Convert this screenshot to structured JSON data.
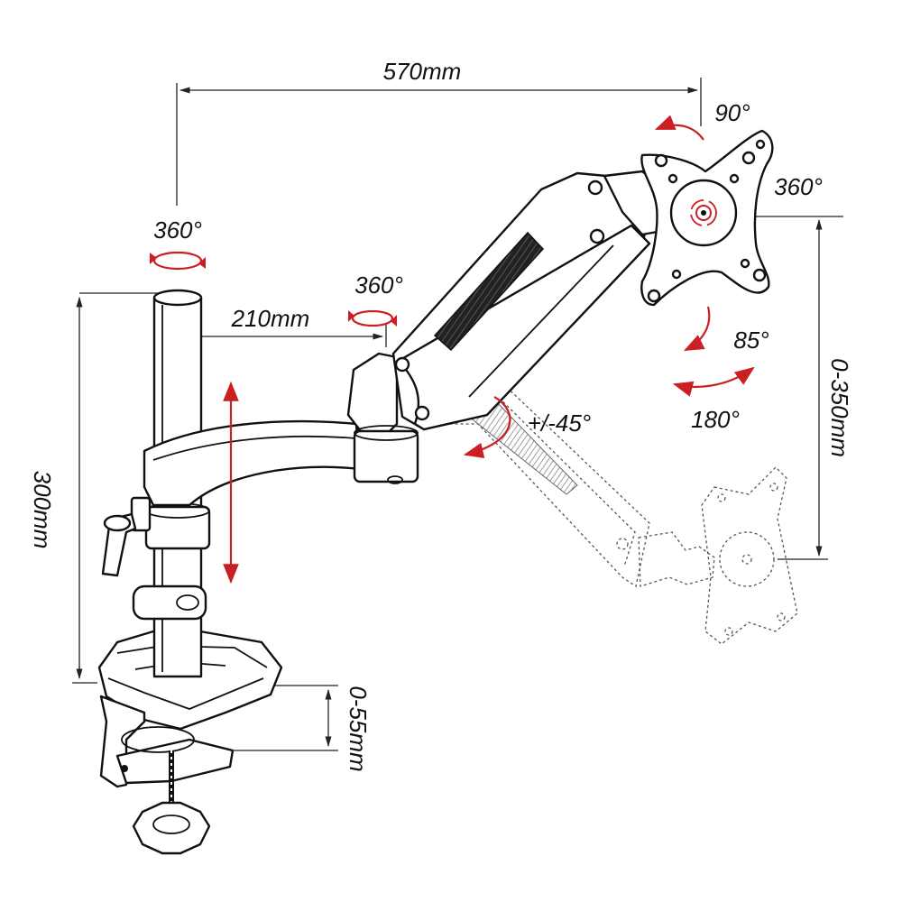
{
  "labels": {
    "reach": "570mm",
    "top_tilt": "90°",
    "vesa_rotation": "360°",
    "pole_swivel": "360°",
    "joint_swivel": "360°",
    "arm_length": "210mm",
    "pole_height": "300mm",
    "tilt": "+/-45°",
    "pitch": "85°",
    "pan": "180°",
    "height_adjust": "0-350mm",
    "clamp_range": "0-55mm"
  },
  "colors": {
    "accent": "#cc1f24",
    "line": "#111111",
    "background": "#ffffff"
  },
  "icons": [
    "rotation-arrow-icon",
    "vesa-plate-icon",
    "clamp-knob-icon",
    "gas-spring-arm-icon"
  ]
}
